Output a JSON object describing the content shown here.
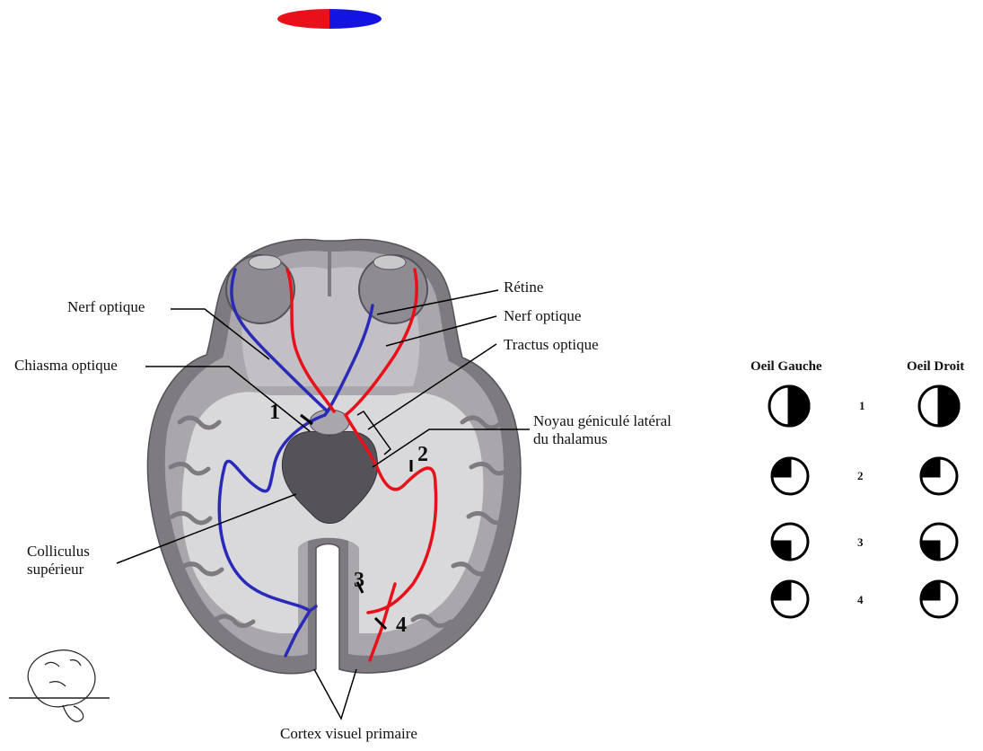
{
  "labels": {
    "retine": "Rétine",
    "nerf_optique_left": "Nerf optique",
    "nerf_optique_right": "Nerf optique",
    "tractus_optique": "Tractus optique",
    "chiasma_optique": "Chiasma optique",
    "noyau_line1": "Noyau géniculé latéral",
    "noyau_line2": "du thalamus",
    "colliculus_line1": "Colliculus",
    "colliculus_line2": "supérieur",
    "cortex": "Cortex visuel primaire"
  },
  "lesion_markers": [
    "1",
    "2",
    "3",
    "4"
  ],
  "legend": {
    "left_eye_header": "Oeil Gauche",
    "right_eye_header": "Oeil Droit",
    "rows": [
      {
        "number": "1",
        "left_deficit": "right-half",
        "right_deficit": "right-half"
      },
      {
        "number": "2",
        "left_deficit": "upper-left-quadrant",
        "right_deficit": "upper-left-quadrant"
      },
      {
        "number": "3",
        "left_deficit": "lower-left-quadrant",
        "right_deficit": "lower-left-quadrant"
      },
      {
        "number": "4",
        "left_deficit": "upper-left-quadrant",
        "right_deficit": "upper-left-quadrant"
      }
    ]
  },
  "colors": {
    "temporal_field": "#e8101a",
    "nasal_field": "#1414e0",
    "brain_dark": "#7d7a80",
    "brain_mid": "#a9a7ab",
    "brain_light": "#d9d8da",
    "deficit": "#000000"
  },
  "icons": [
    "visual-field-oval-icon",
    "brain-section-plane-icon"
  ]
}
